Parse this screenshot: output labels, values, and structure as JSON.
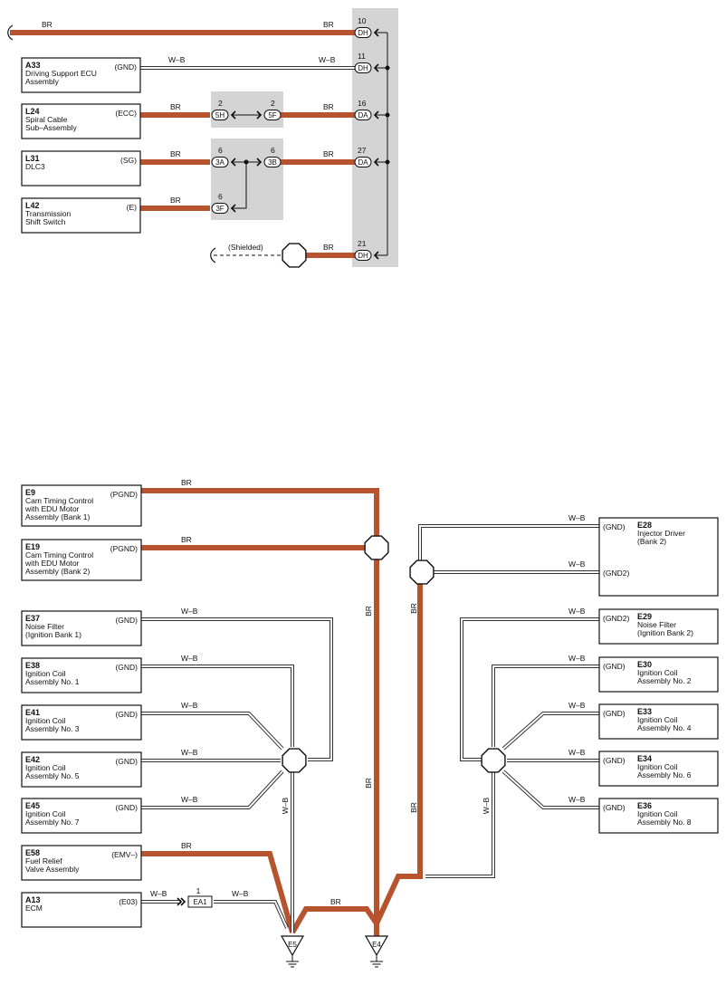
{
  "colors": {
    "br": "#b8532f",
    "wb_outer": "#333333",
    "wb_inner": "#ffffff",
    "shade": "#d4d4d4",
    "ink": "#111111"
  },
  "top": {
    "components": [
      {
        "code": "A33",
        "name": [
          "Driving Support ECU",
          "Assembly"
        ],
        "pin": "(GND)"
      },
      {
        "code": "L24",
        "name": [
          "Spiral Cable",
          "Sub–Assembly"
        ],
        "pin": "(ECC)"
      },
      {
        "code": "L31",
        "name": [
          "DLC3"
        ],
        "pin": "(SG)"
      },
      {
        "code": "L42",
        "name": [
          "Transmission",
          "Shift Switch"
        ],
        "pin": "(E)"
      }
    ],
    "wire_labels": {
      "br": "BR",
      "wb": "W–B",
      "shielded": "(Shielded)"
    },
    "right_connectors": [
      {
        "num": "10",
        "name": "DH"
      },
      {
        "num": "11",
        "name": "DH"
      },
      {
        "num": "16",
        "name": "DA"
      },
      {
        "num": "27",
        "name": "DA"
      },
      {
        "num": "21",
        "name": "DH"
      }
    ],
    "mid_connectors": [
      {
        "num": "2",
        "name": "5H"
      },
      {
        "num": "2",
        "name": "5F"
      },
      {
        "num": "6",
        "name": "3A"
      },
      {
        "num": "6",
        "name": "3B"
      },
      {
        "num": "6",
        "name": "3F"
      }
    ]
  },
  "bottom": {
    "left_components": [
      {
        "code": "E9",
        "name": [
          "Cam Timing Control",
          "with EDU Motor",
          "Assembly (Bank 1)"
        ],
        "pin": "(PGND)"
      },
      {
        "code": "E19",
        "name": [
          "Cam Timing Control",
          "with EDU Motor",
          "Assembly (Bank 2)"
        ],
        "pin": "(PGND)"
      },
      {
        "code": "E37",
        "name": [
          "Noise Filter",
          "(Ignition Bank 1)"
        ],
        "pin": "(GND)"
      },
      {
        "code": "E38",
        "name": [
          "Ignition Coil",
          "Assembly No. 1"
        ],
        "pin": "(GND)"
      },
      {
        "code": "E41",
        "name": [
          "Ignition Coil",
          "Assembly No. 3"
        ],
        "pin": "(GND)"
      },
      {
        "code": "E42",
        "name": [
          "Ignition Coil",
          "Assembly No. 5"
        ],
        "pin": "(GND)"
      },
      {
        "code": "E45",
        "name": [
          "Ignition Coil",
          "Assembly No. 7"
        ],
        "pin": "(GND)"
      },
      {
        "code": "E58",
        "name": [
          "Fuel Relief",
          "Valve Assembly"
        ],
        "pin": "(EMV–)"
      },
      {
        "code": "A13",
        "name": [
          "ECM"
        ],
        "pin": "(E03)"
      }
    ],
    "right_components": [
      {
        "code": "E28",
        "name": [
          "Injector Driver",
          "(Bank 2)"
        ],
        "pins": [
          "(GND)",
          "(GND2)"
        ]
      },
      {
        "code": "E29",
        "name": [
          "Noise Filter",
          "(Ignition Bank 2)"
        ],
        "pins": [
          "(GND2)"
        ]
      },
      {
        "code": "E30",
        "name": [
          "Ignition Coil",
          "Assembly No. 2"
        ],
        "pins": [
          "(GND)"
        ]
      },
      {
        "code": "E33",
        "name": [
          "Ignition Coil",
          "Assembly No. 4"
        ],
        "pins": [
          "(GND)"
        ]
      },
      {
        "code": "E34",
        "name": [
          "Ignition Coil",
          "Assembly No. 6"
        ],
        "pins": [
          "(GND)"
        ]
      },
      {
        "code": "E36",
        "name": [
          "Ignition Coil",
          "Assembly No. 8"
        ],
        "pins": [
          "(GND)"
        ]
      }
    ],
    "ecm_connector": {
      "num": "1",
      "name": "EA1"
    },
    "grounds": [
      "E5",
      "E4"
    ],
    "wire_labels": {
      "br": "BR",
      "wb": "W–B"
    }
  }
}
